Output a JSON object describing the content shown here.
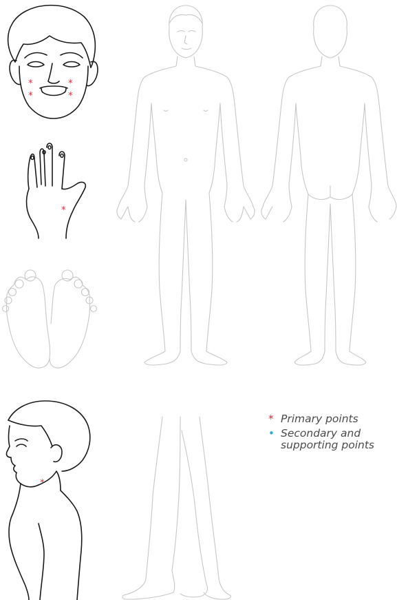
{
  "figures": [
    {
      "name": "face-front"
    },
    {
      "name": "hand-back"
    },
    {
      "name": "feet-soles"
    },
    {
      "name": "body-front"
    },
    {
      "name": "body-back"
    },
    {
      "name": "head-side"
    },
    {
      "name": "legs-side"
    }
  ],
  "points": {
    "primary_color": "#e8262f",
    "secondary_color": "#29a8d4",
    "face": 4,
    "hand": 1,
    "head_side": 1
  },
  "legend": {
    "primary_label": "Primary points",
    "secondary_label_line1": "Secondary and",
    "secondary_label_line2": "supporting points"
  }
}
